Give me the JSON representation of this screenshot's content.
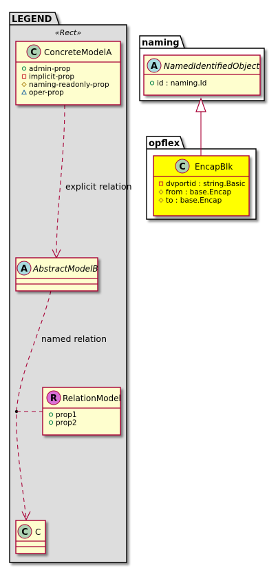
{
  "colors": {
    "class_fill": "#FEFECE",
    "class_border": "#A80036",
    "highlight_fill": "#FFFF00",
    "legend_bg": "#DDDDDD",
    "circle_c": "#ADD1B2",
    "circle_a": "#A9DCDF",
    "circle_r": "#DA70D6"
  },
  "packages": {
    "legend": {
      "tab": "LEGEND",
      "stereotype": "«Rect»"
    },
    "naming": {
      "tab": "naming"
    },
    "opflex": {
      "tab": "opflex"
    }
  },
  "classes": {
    "concrete_a": {
      "letter": "C",
      "name": "ConcreteModelA",
      "attrs": [
        {
          "vis": "public",
          "text": "admin-prop"
        },
        {
          "vis": "private",
          "text": "implicit-prop"
        },
        {
          "vis": "protected",
          "text": "naming-readonly-prop"
        },
        {
          "vis": "package",
          "text": "oper-prop"
        }
      ]
    },
    "abstract_b": {
      "letter": "A",
      "name": "AbstractModelB",
      "attrs": []
    },
    "relation_model": {
      "letter": "R",
      "name": "RelationModel",
      "attrs": [
        {
          "vis": "public",
          "text": "prop1"
        },
        {
          "vis": "public",
          "text": "prop2"
        }
      ]
    },
    "c": {
      "letter": "C",
      "name": "C",
      "attrs": []
    },
    "named_identified": {
      "letter": "A",
      "name": "NamedIdentifiedObject",
      "attrs": [
        {
          "vis": "public",
          "text": "id : naming.Id"
        }
      ]
    },
    "encap_blk": {
      "letter": "C",
      "name": "EncapBlk",
      "attrs": [
        {
          "vis": "private",
          "text": "dvportid : string.Basic"
        },
        {
          "vis": "protected",
          "text": "from : base.Encap"
        },
        {
          "vis": "protected",
          "text": "to : base.Encap"
        }
      ]
    }
  },
  "relations": {
    "explicit": "explicit relation",
    "named": "named relation"
  }
}
